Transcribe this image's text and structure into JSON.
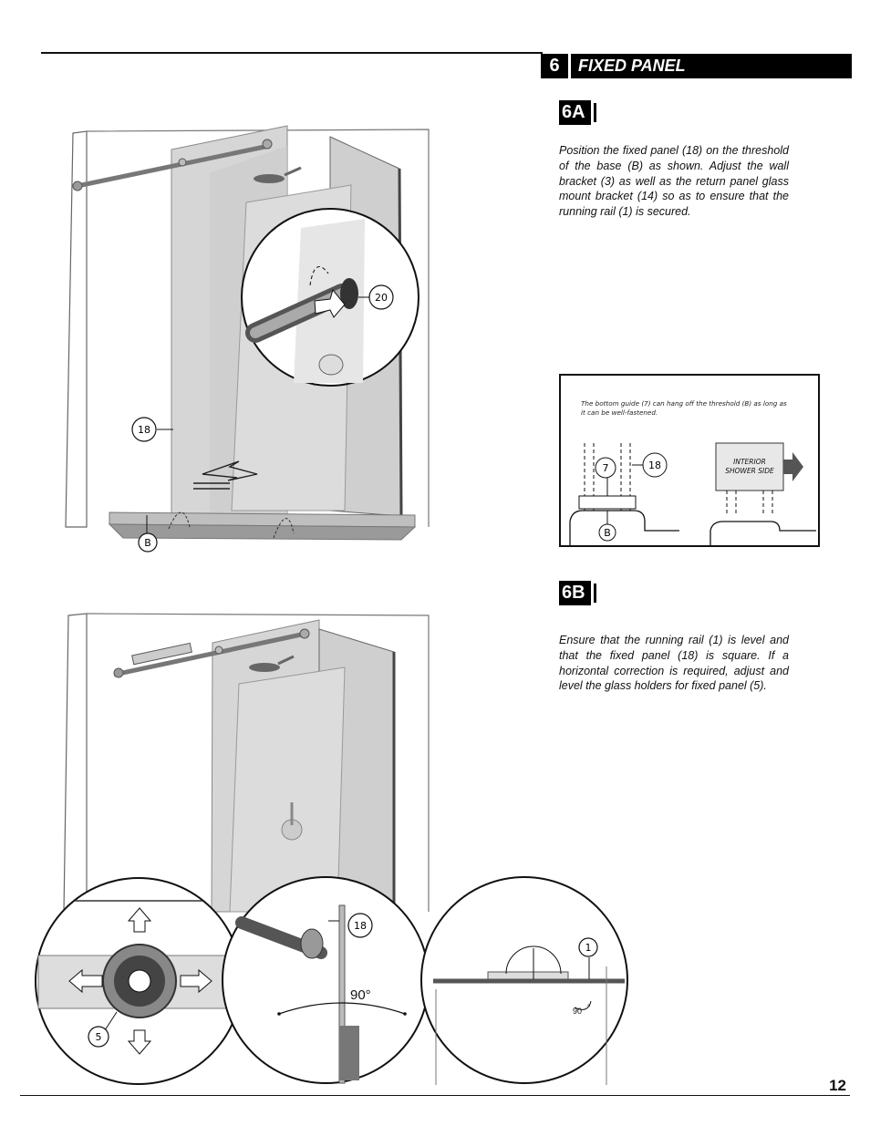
{
  "header": {
    "step_number": "6",
    "title": "FIXED PANEL"
  },
  "step_a": {
    "label": "6A",
    "text": "Position the fixed panel (18) on the threshold of the base (B) as shown. Adjust the wall bracket (3) as well as the return panel glass mount bracket (14) so as to ensure that the running rail (1) is secured."
  },
  "inset": {
    "note": "The bottom guide (7) can hang off the threshold (B) as long as it can be well-fastened.",
    "side_label": "INTERIOR SHOWER SIDE",
    "callouts": [
      "7",
      "18",
      "B"
    ]
  },
  "step_b": {
    "label": "6B",
    "text": "Ensure that the running rail (1) is level and that the fixed panel (18) is square. If a horizontal correction is required, adjust and level the glass holders for fixed panel (5)."
  },
  "callouts_a": {
    "zoom": "20",
    "panel": "18",
    "base": "B"
  },
  "callouts_b": {
    "holder": "5",
    "panel": "18",
    "rail": "1",
    "angle_large": "90°",
    "angle_small": "90"
  },
  "page_number": "12"
}
